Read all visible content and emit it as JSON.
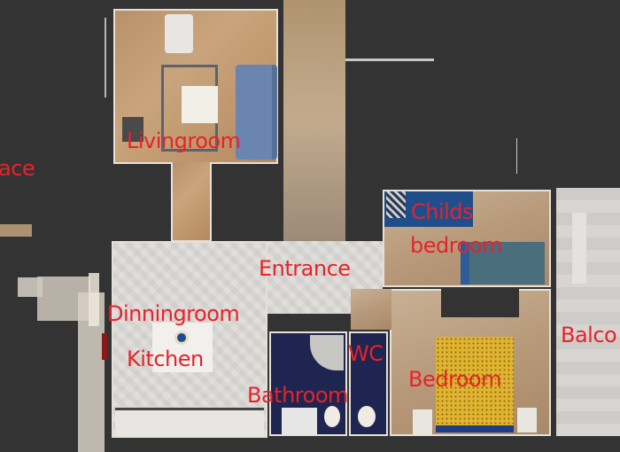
{
  "view": {
    "type": "3D scan floor plan (top-down dollhouse view)",
    "background_color": "#333333",
    "label_color": "#e8222a"
  },
  "rooms": {
    "workspace": {
      "label": "ace"
    },
    "livingroom": {
      "label": "Livingroom"
    },
    "childs_bedroom": {
      "label_line1": "Childs",
      "label_line2": "bedroom"
    },
    "entrance": {
      "label": "Entrance"
    },
    "dinningroom": {
      "label": "Dinningroom"
    },
    "kitchen": {
      "label": "Kitchen"
    },
    "wc": {
      "label": "WC"
    },
    "bathroom": {
      "label": "Bathroom"
    },
    "bedroom": {
      "label": "Bedroom"
    },
    "balcony": {
      "label": "Balco"
    }
  }
}
